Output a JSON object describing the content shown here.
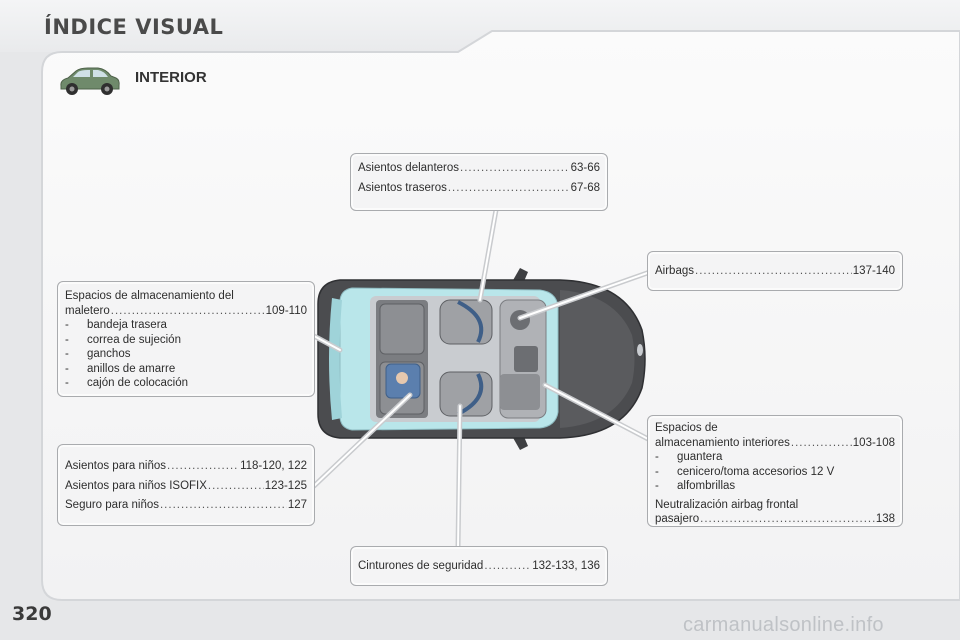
{
  "header": {
    "title": "ÍNDICE VISUAL"
  },
  "section": {
    "title": "INTERIOR"
  },
  "boxes": {
    "seats": {
      "rows": [
        {
          "label": "Asientos delanteros",
          "page": "63-66"
        },
        {
          "label": "Asientos traseros",
          "page": "67-68"
        }
      ]
    },
    "airbags": {
      "label": "Airbags",
      "page": "137-140"
    },
    "boot": {
      "line1": "Espacios de almacenamiento del",
      "line2_label": "maletero",
      "line2_page": "109-110",
      "items": [
        "bandeja trasera",
        "correa de sujeción",
        "ganchos",
        "anillos de amarre",
        "cajón de colocación"
      ]
    },
    "child": {
      "rows": [
        {
          "label": "Asientos para niños",
          "page": "118-120, 122"
        },
        {
          "label": "Asientos para niños ISOFIX",
          "page": "123-125"
        },
        {
          "label": "Seguro para niños",
          "page": "127"
        }
      ]
    },
    "interior_storage": {
      "line1": "Espacios de",
      "line2_label": "almacenamiento interiores",
      "line2_page": "103-108",
      "items": [
        "guantera",
        "cenicero/toma accesorios 12 V",
        "alfombrillas"
      ],
      "airbag_line1": "Neutralización airbag frontal",
      "airbag_line2_label": "pasajero",
      "airbag_line2_page": "138"
    },
    "belts": {
      "label": "Cinturones de seguridad",
      "page": "132-133, 136"
    }
  },
  "bullet": "-",
  "footer": {
    "page_number": "320",
    "watermark": "carmanualsonline.info"
  },
  "colors": {
    "box_border": "#a9abae",
    "box_fill": "#f4f4f5",
    "car_body": "#4b4c4f",
    "car_glass": "#b9e6ea",
    "thumb_car": "#6f8a6b"
  }
}
